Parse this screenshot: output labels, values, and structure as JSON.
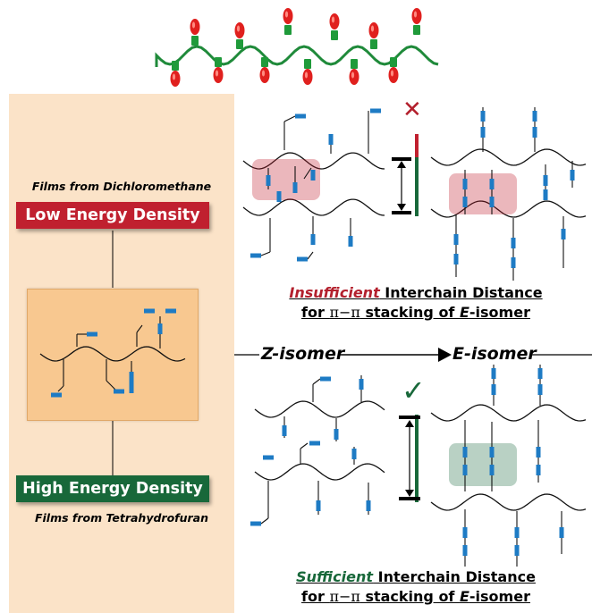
{
  "left_panel": {
    "top_caption": "Films from Dichloromethane",
    "low_label": "Low Energy Density",
    "high_label": "High Energy Density",
    "bottom_caption": "Films from Tetrahydrofuran"
  },
  "isomers": {
    "z_label": "Z-isomer",
    "e_label": "E-isomer"
  },
  "insufficient": {
    "keyword": "Insufficient",
    "rest": " Interchain Distance",
    "line2_pre": "for ",
    "line2_greek": "π−π",
    "line2_mid": " stacking of ",
    "line2_em": "E",
    "line2_post": "-isomer"
  },
  "sufficient": {
    "keyword": "Sufficient",
    "rest": " Interchain Distance",
    "line2_pre": "for ",
    "line2_greek": "π−π",
    "line2_mid": " stacking of ",
    "line2_em": "E",
    "line2_post": "-isomer"
  },
  "marks": {
    "cross": "✕",
    "check": "✓"
  },
  "colors": {
    "panel": "#fbe3c8",
    "low": "#c0202f",
    "high": "#18683a",
    "azo": "#1e7bc4",
    "bulb": "#e0201e",
    "socket": "#1f9a3a"
  }
}
